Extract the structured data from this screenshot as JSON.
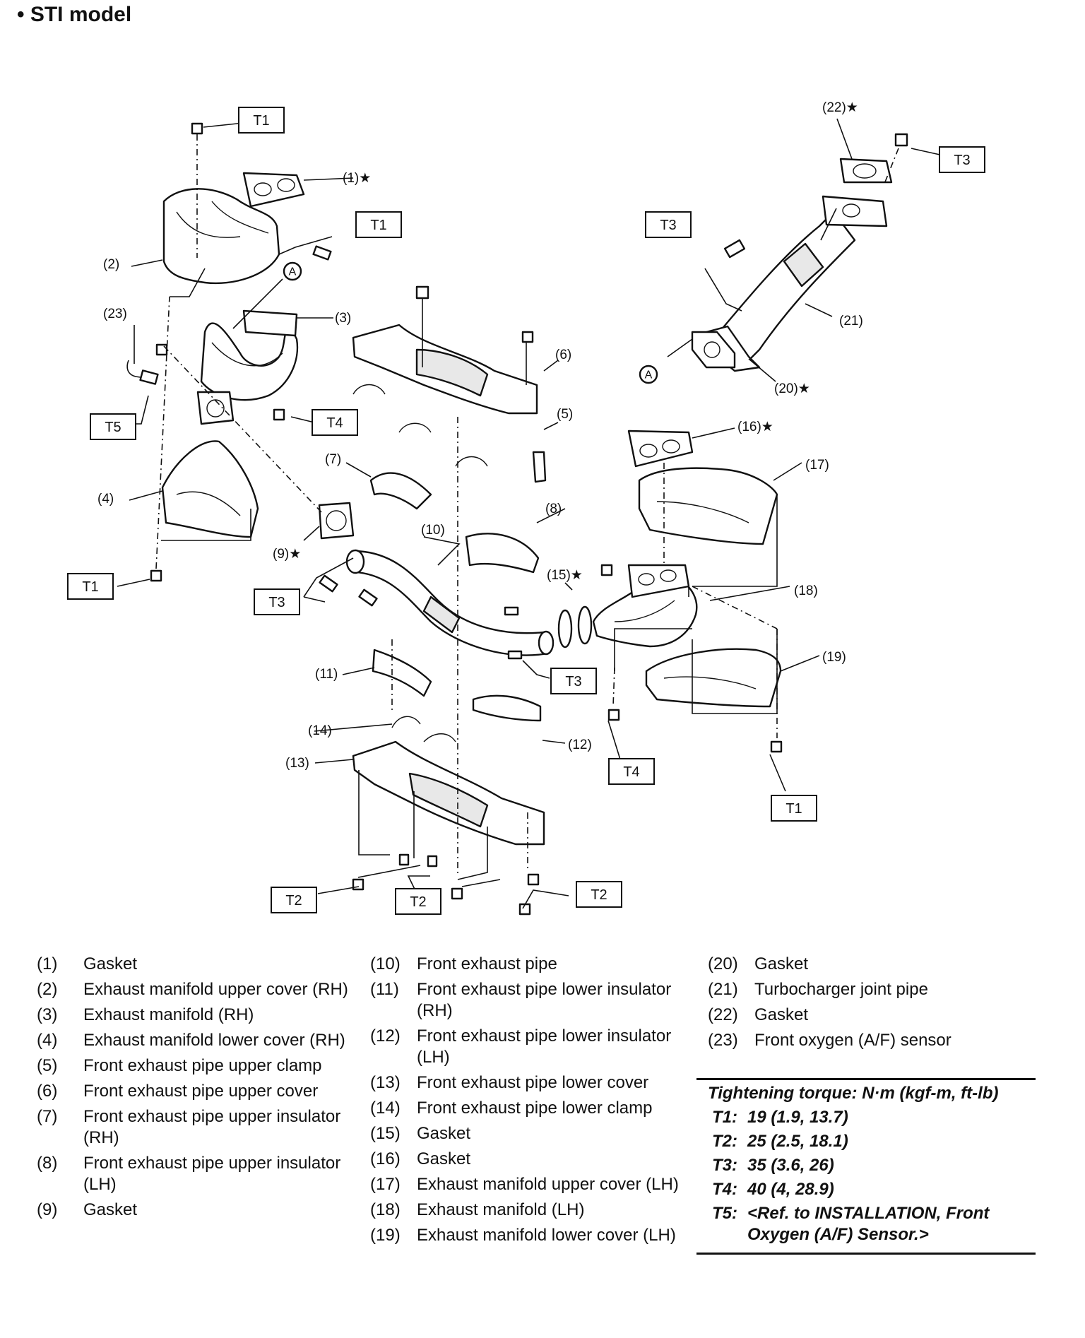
{
  "heading": "• STI model",
  "refs": {
    "t1_top": "T1",
    "t1_mid": "T1",
    "t1_left": "T1",
    "t1_right": "T1",
    "t2_left": "T2",
    "t2_mid": "T2",
    "t2_right": "T2",
    "t3_top": "T3",
    "t3_left": "T3",
    "t3_mid": "T3",
    "t3_turbo": "T3",
    "t4_left": "T4",
    "t4_right": "T4",
    "t5": "T5"
  },
  "callouts": {
    "c1": "(1)★",
    "c2": "(2)",
    "c3": "(3)",
    "c4": "(4)",
    "c5": "(5)",
    "c6": "(6)",
    "c7": "(7)",
    "c8": "(8)",
    "c9": "(9)★",
    "c10": "(10)",
    "c11": "(11)",
    "c12": "(12)",
    "c13": "(13)",
    "c14": "(14)",
    "c15": "(15)★",
    "c16": "(16)★",
    "c17": "(17)",
    "c18": "(18)",
    "c19": "(19)",
    "c20": "(20)★",
    "c21": "(21)",
    "c22": "(22)★",
    "c23": "(23)",
    "a1": "A",
    "a2": "A"
  },
  "parts": [
    {
      "num": "(1)",
      "name": "Gasket"
    },
    {
      "num": "(2)",
      "name": "Exhaust manifold upper cover (RH)"
    },
    {
      "num": "(3)",
      "name": "Exhaust manifold (RH)"
    },
    {
      "num": "(4)",
      "name": "Exhaust manifold lower cover (RH)"
    },
    {
      "num": "(5)",
      "name": "Front exhaust pipe upper clamp"
    },
    {
      "num": "(6)",
      "name": "Front exhaust pipe upper cover"
    },
    {
      "num": "(7)",
      "name": "Front exhaust pipe upper insulator (RH)"
    },
    {
      "num": "(8)",
      "name": "Front exhaust pipe upper insulator (LH)"
    },
    {
      "num": "(9)",
      "name": "Gasket"
    },
    {
      "num": "(10)",
      "name": "Front exhaust pipe"
    },
    {
      "num": "(11)",
      "name": "Front exhaust pipe lower insulator (RH)"
    },
    {
      "num": "(12)",
      "name": "Front exhaust pipe lower insulator (LH)"
    },
    {
      "num": "(13)",
      "name": "Front exhaust pipe lower cover"
    },
    {
      "num": "(14)",
      "name": "Front exhaust pipe lower clamp"
    },
    {
      "num": "(15)",
      "name": "Gasket"
    },
    {
      "num": "(16)",
      "name": "Gasket"
    },
    {
      "num": "(17)",
      "name": "Exhaust manifold upper cover (LH)"
    },
    {
      "num": "(18)",
      "name": "Exhaust manifold (LH)"
    },
    {
      "num": "(19)",
      "name": "Exhaust manifold lower cover (LH)"
    },
    {
      "num": "(20)",
      "name": "Gasket"
    },
    {
      "num": "(21)",
      "name": "Turbocharger joint pipe"
    },
    {
      "num": "(22)",
      "name": "Gasket"
    },
    {
      "num": "(23)",
      "name": "Front oxygen (A/F) sensor"
    }
  ],
  "torque": {
    "heading": "Tightening torque: N·m (kgf-m, ft-lb)",
    "items": [
      {
        "key": "T1:",
        "value": "19 (1.9, 13.7)"
      },
      {
        "key": "T2:",
        "value": "25 (2.5, 18.1)"
      },
      {
        "key": "T3:",
        "value": "35 (3.6, 26)"
      },
      {
        "key": "T4:",
        "value": "40 (4, 28.9)"
      },
      {
        "key": "T5:",
        "value": "<Ref. to INSTALLATION, Front Oxygen (A/F) Sensor.>"
      }
    ]
  }
}
